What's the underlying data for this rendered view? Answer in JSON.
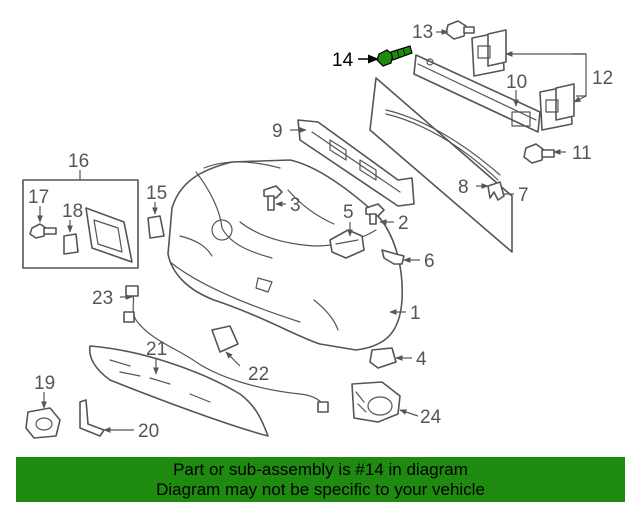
{
  "colors": {
    "banner_background": "#1e8a0f",
    "highlight_part": "#1e8a0f",
    "line_art": "#555555"
  },
  "callouts": {
    "c1": "1",
    "c2": "2",
    "c3": "3",
    "c4": "4",
    "c5": "5",
    "c6": "6",
    "c7": "7",
    "c8": "8",
    "c9": "9",
    "c10": "10",
    "c11": "11",
    "c12": "12",
    "c13": "13",
    "c14": "14",
    "c15": "15",
    "c16": "16",
    "c17": "17",
    "c18": "18",
    "c19": "19",
    "c20": "20",
    "c21": "21",
    "c22": "22",
    "c23": "23",
    "c24": "24"
  },
  "highlighted_part": "14",
  "banner": {
    "line1": "Part or sub-assembly is #14 in diagram",
    "line2": "Diagram may not be specific to your vehicle"
  }
}
